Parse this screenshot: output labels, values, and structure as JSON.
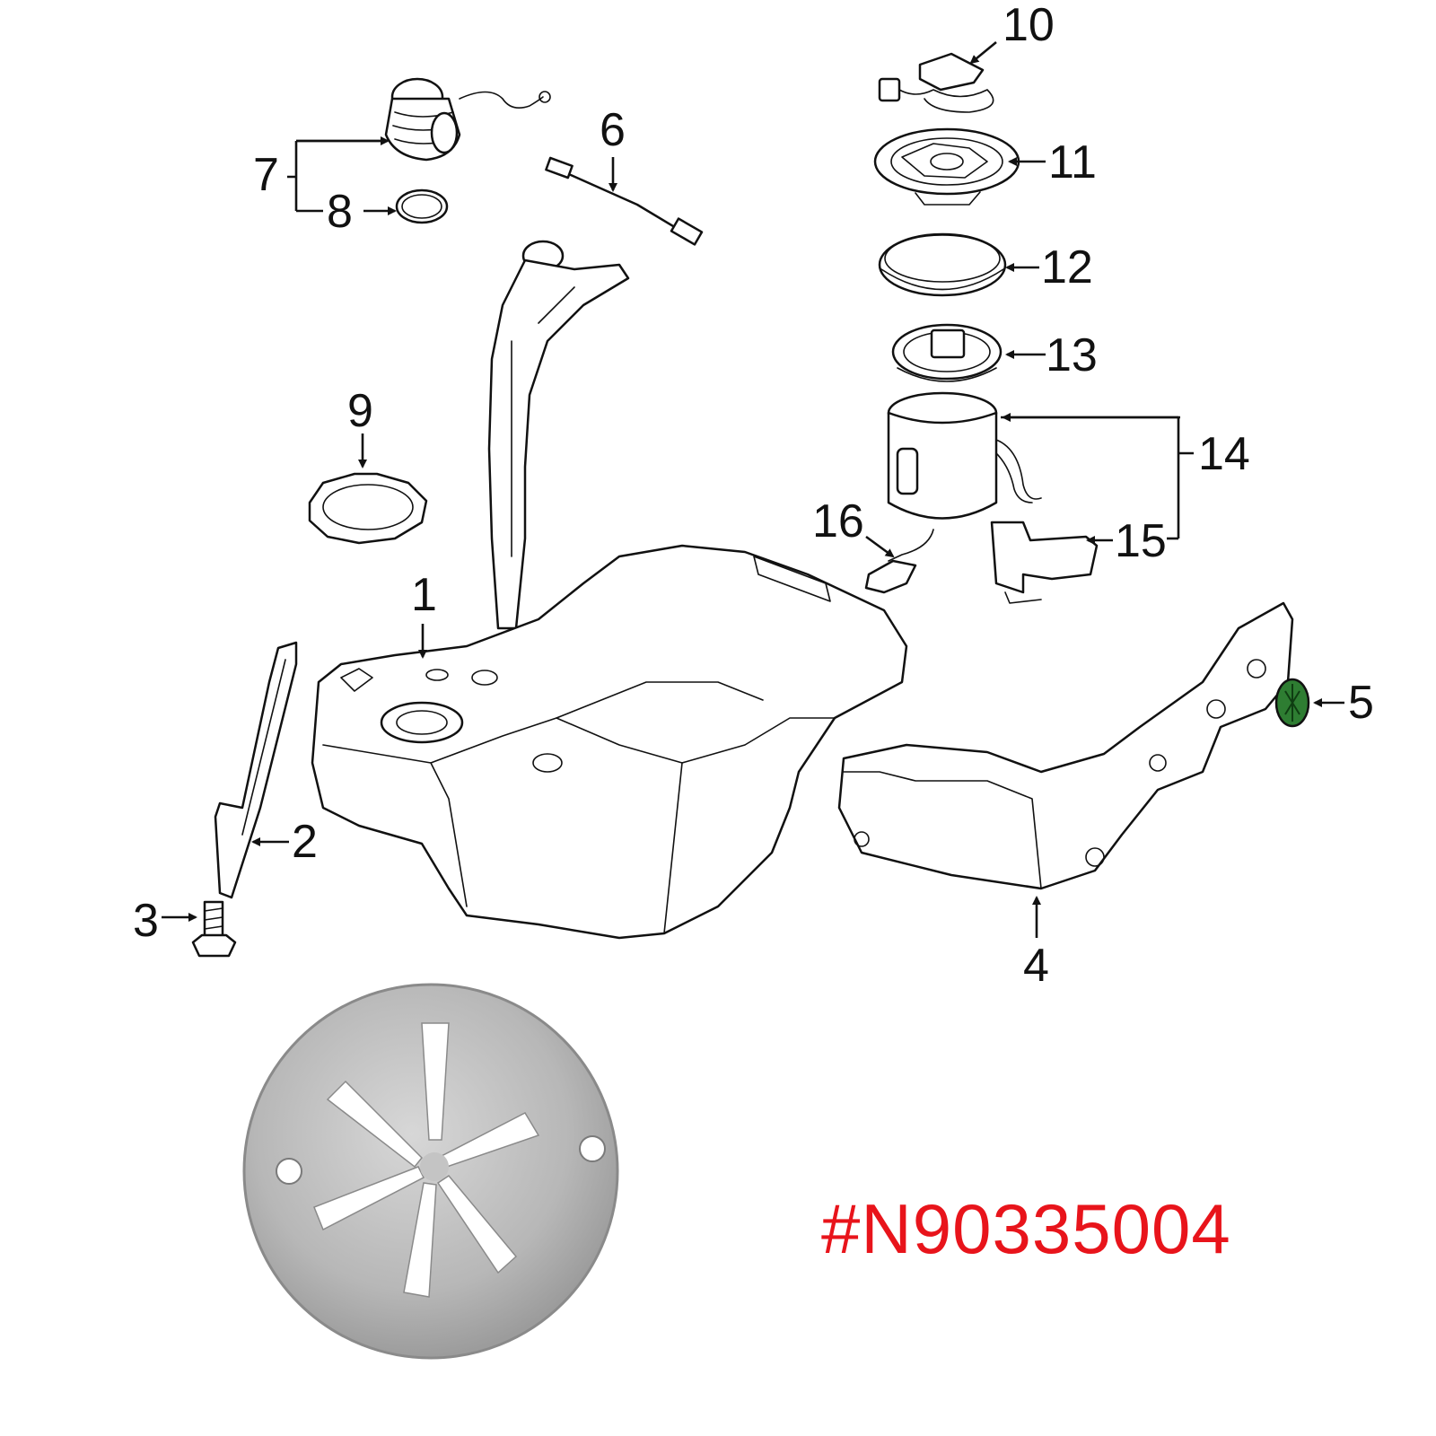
{
  "callouts": {
    "c1": "1",
    "c2": "2",
    "c3": "3",
    "c4": "4",
    "c5": "5",
    "c6": "6",
    "c7": "7",
    "c8": "8",
    "c9": "9",
    "c10": "10",
    "c11": "11",
    "c12": "12",
    "c13": "13",
    "c14": "14",
    "c15": "15",
    "c16": "16"
  },
  "part_number": "#N90335004",
  "colors": {
    "part_number_text": "#e8141b",
    "highlight_part": "#2e7d32",
    "line_art": "#111111",
    "plate_metal": "#b9b9b9"
  },
  "icons": {
    "highlighted_part": "speed-nut-icon",
    "photo": "speed-nut-plate-icon"
  }
}
